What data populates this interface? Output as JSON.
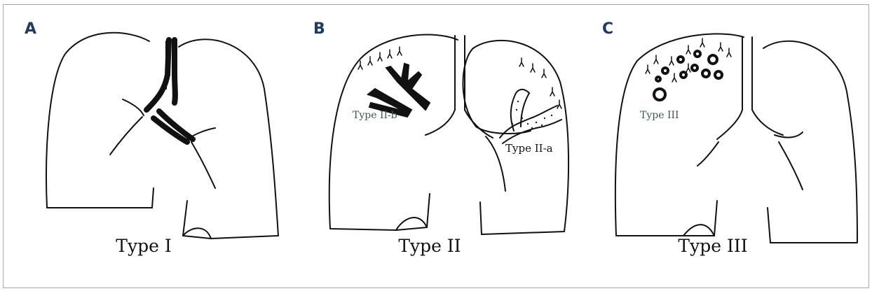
{
  "panels": [
    {
      "letter": "A",
      "caption": "Type I"
    },
    {
      "letter": "B",
      "caption": "Type II",
      "label_b": "Type II-b",
      "label_a": "Type II-a"
    },
    {
      "letter": "C",
      "caption": "Type III",
      "label": "Type III"
    }
  ],
  "colors": {
    "panel_letter": "#1f3b63",
    "ink": "#111111",
    "annotation": "#3a5a5a"
  }
}
